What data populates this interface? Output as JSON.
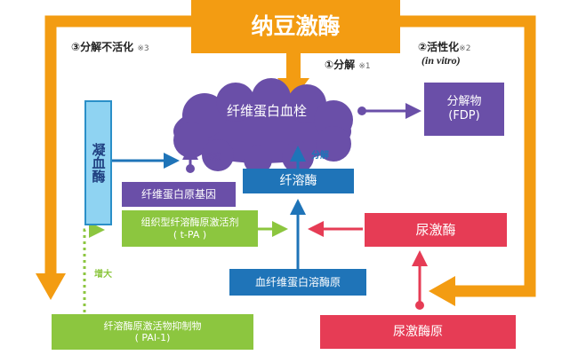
{
  "title": "纳豆激酶",
  "labels": {
    "inactivation": "③分解不活化",
    "inactivation_note": "※3",
    "decompose": "①分解",
    "decompose_note": "※1",
    "activation": "②活性化",
    "activation_note": "※2",
    "in_vitro": "(in vitro)",
    "form": "形成",
    "decompose_small": "分解",
    "increase": "增大"
  },
  "nodes": {
    "fibrin_clot": "纤维蛋白血栓",
    "fdp_line1": "分解物",
    "fdp_line2": "(FDP)",
    "thrombin": "凝血酶",
    "fibrinogen_gene": "纤维蛋白原基因",
    "plasmin": "纤溶酶",
    "tpa_line1": "组织型纤溶酶原激活剂",
    "tpa_line2": "( t-PA )",
    "urokinase": "尿激酶",
    "plasminogen": "血纤维蛋白溶酶原",
    "pai_line1": "纤溶酶原激活物抑制物",
    "pai_line2": "( PAI-1)",
    "prourokinase": "尿激酶原"
  },
  "colors": {
    "orange": "#f39c12",
    "purple": "#6a4fa8",
    "blue": "#1f74b8",
    "light_blue": "#8fd3f2",
    "green": "#8cc63f",
    "red": "#e63c55"
  }
}
